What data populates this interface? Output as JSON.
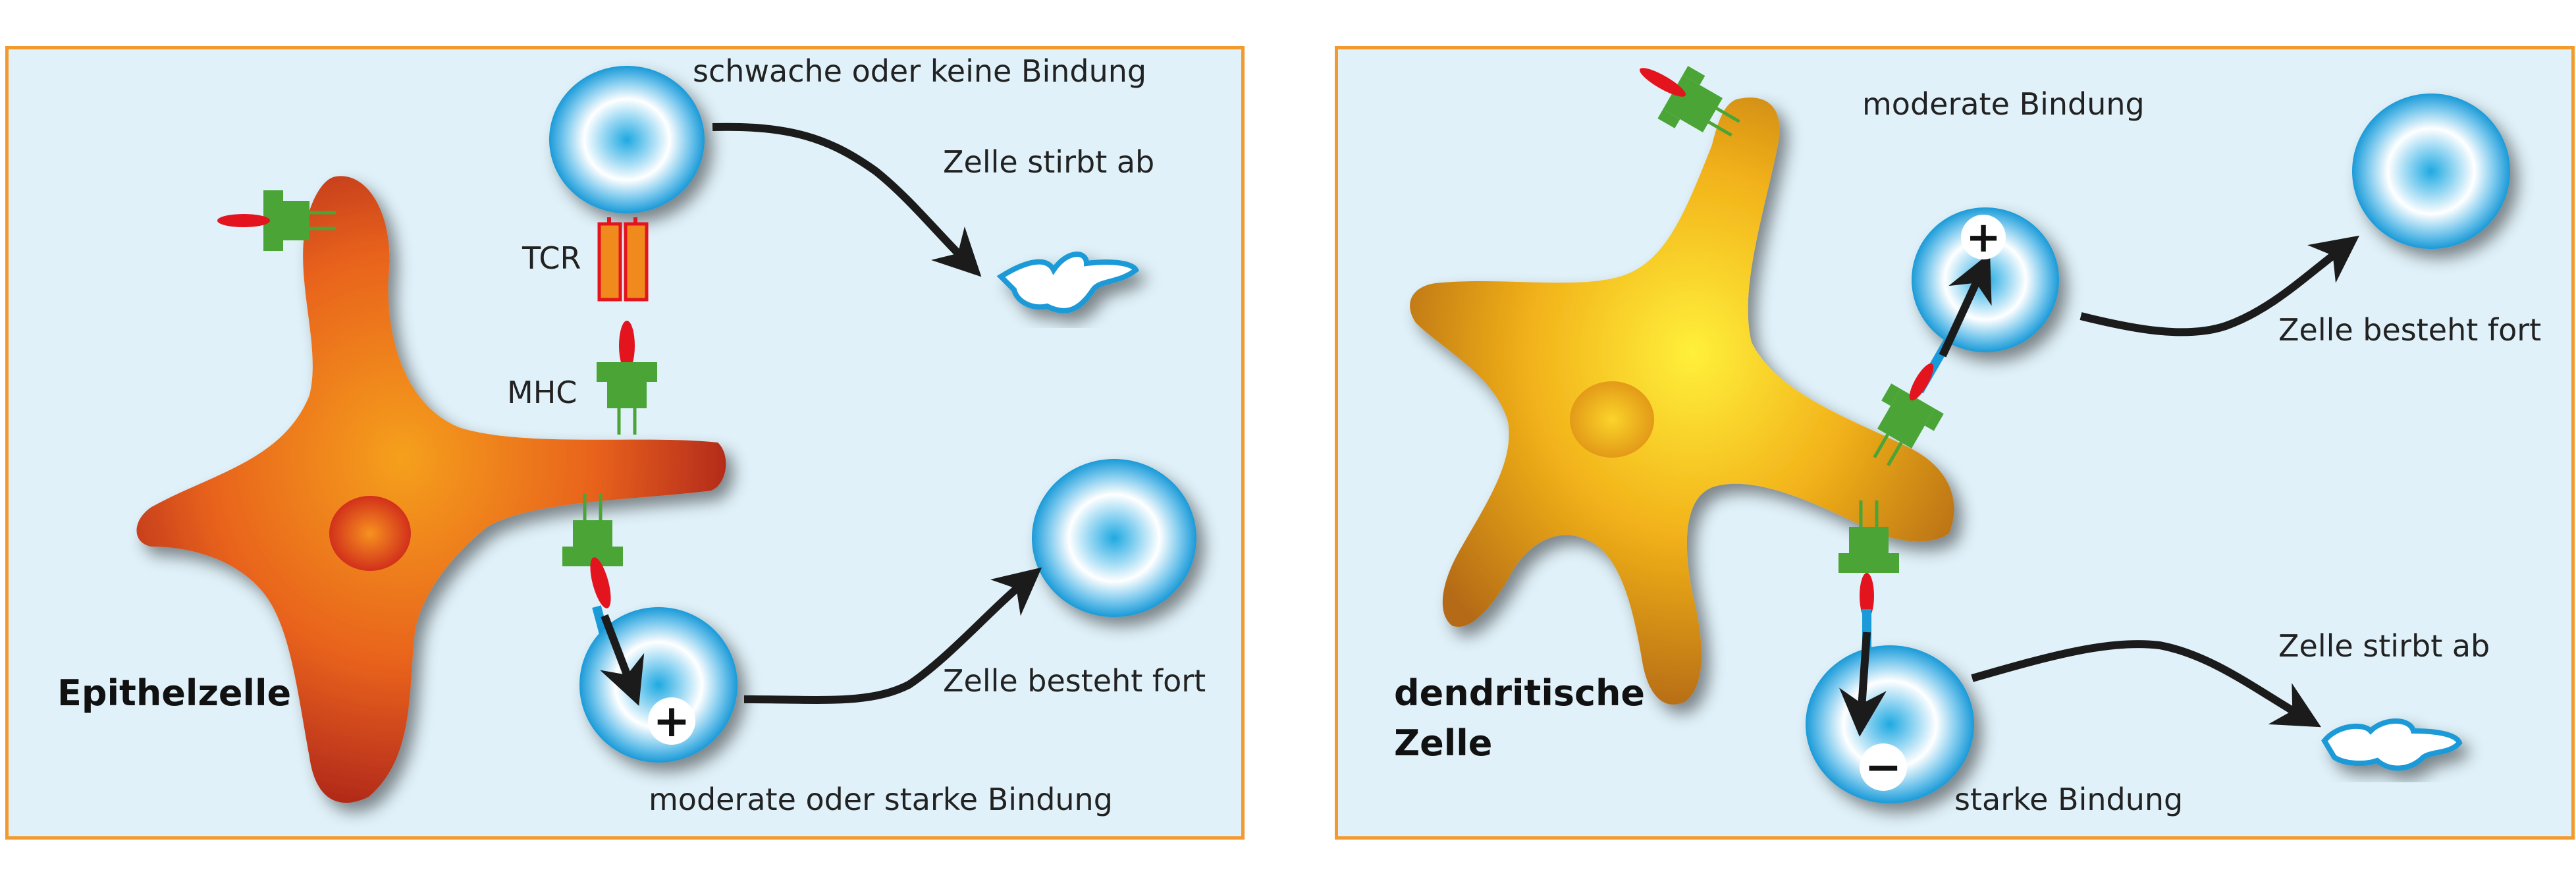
{
  "colors": {
    "panel_background": "#e0f1f9",
    "panel_border": "#f29a2e",
    "epithelial_cell": "#e8621e",
    "dendritic_cell": "#f2b21a",
    "t_cell_center": "#29aee3",
    "mhc": "#4aa536",
    "peptide": "#e3141e",
    "tcr": "#f08a1d",
    "arrow": "#1b1b1b"
  },
  "left_panel": {
    "cell_label": "Epithelzelle",
    "top_binding": "schwache oder keine Bindung",
    "top_fate": "Zelle stirbt ab",
    "tcr_label": "TCR",
    "mhc_label": "MHC",
    "bottom_fate": "Zelle besteht fort",
    "bottom_binding": "moderate oder starke Bindung",
    "signal_sign": "+"
  },
  "right_panel": {
    "cell_label_line1": "dendritische",
    "cell_label_line2": "Zelle",
    "top_binding": "moderate Bindung",
    "top_fate": "Zelle besteht fort",
    "bottom_fate": "Zelle stirbt ab",
    "bottom_binding": "starke Bindung",
    "signal_plus": "+",
    "signal_minus": "−"
  }
}
